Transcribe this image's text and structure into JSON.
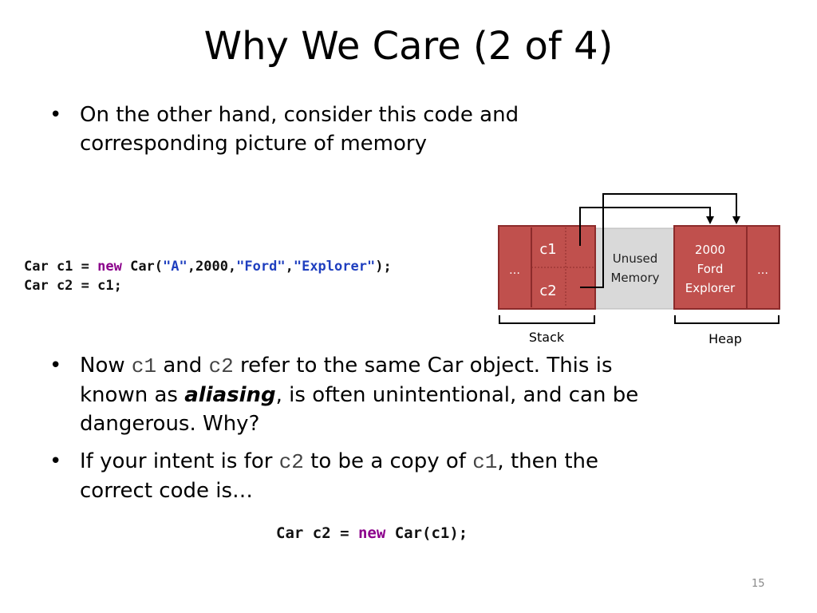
{
  "slide": {
    "title": "Why We Care (2 of 4)",
    "page_number": "15"
  },
  "bullets": {
    "b1": {
      "line1": "On the other hand, consider this code and",
      "line2": "corresponding picture of memory"
    },
    "b2": {
      "now": "Now ",
      "c1": "c1",
      "and": " and ",
      "c2": "c2",
      "rest1": " refer to the same Car object.  This is",
      "known_as": "known as ",
      "aliasing": "aliasing",
      "rest2": ", is often unintentional, and can be",
      "line3": "dangerous. Why?"
    },
    "b3": {
      "if": "If your intent is for ",
      "c2": "c2",
      "copy": " to be a copy of ",
      "c1": "c1",
      "then": ", then the",
      "line2": "correct code is…"
    },
    "bullet_char": "•"
  },
  "code1": {
    "l1_a": "Car c1 = ",
    "l1_new": "new",
    "l1_b": " Car(",
    "l1_s1": "\"A\"",
    "l1_c": ",2000,",
    "l1_s2": "\"Ford\"",
    "l1_d": ",",
    "l1_s3": "\"Explorer\"",
    "l1_e": ");",
    "l2": "Car c2 = c1;"
  },
  "code2": {
    "a": "Car c2 = ",
    "new": "new",
    "b": " Car(c1);"
  },
  "diagram": {
    "stack_ellipsis": "…",
    "c1": "c1",
    "c2": "c2",
    "unused_line1": "Unused",
    "unused_line2": "Memory",
    "heap_line1": "2000",
    "heap_line2": "Ford",
    "heap_line3": "Explorer",
    "heap_ellipsis": "…",
    "stack_label": "Stack",
    "heap_label": "Heap",
    "colors": {
      "cell_fill": "#c0504d",
      "cell_border": "#8c2b2b",
      "unused_fill": "#d9d9d9"
    }
  }
}
